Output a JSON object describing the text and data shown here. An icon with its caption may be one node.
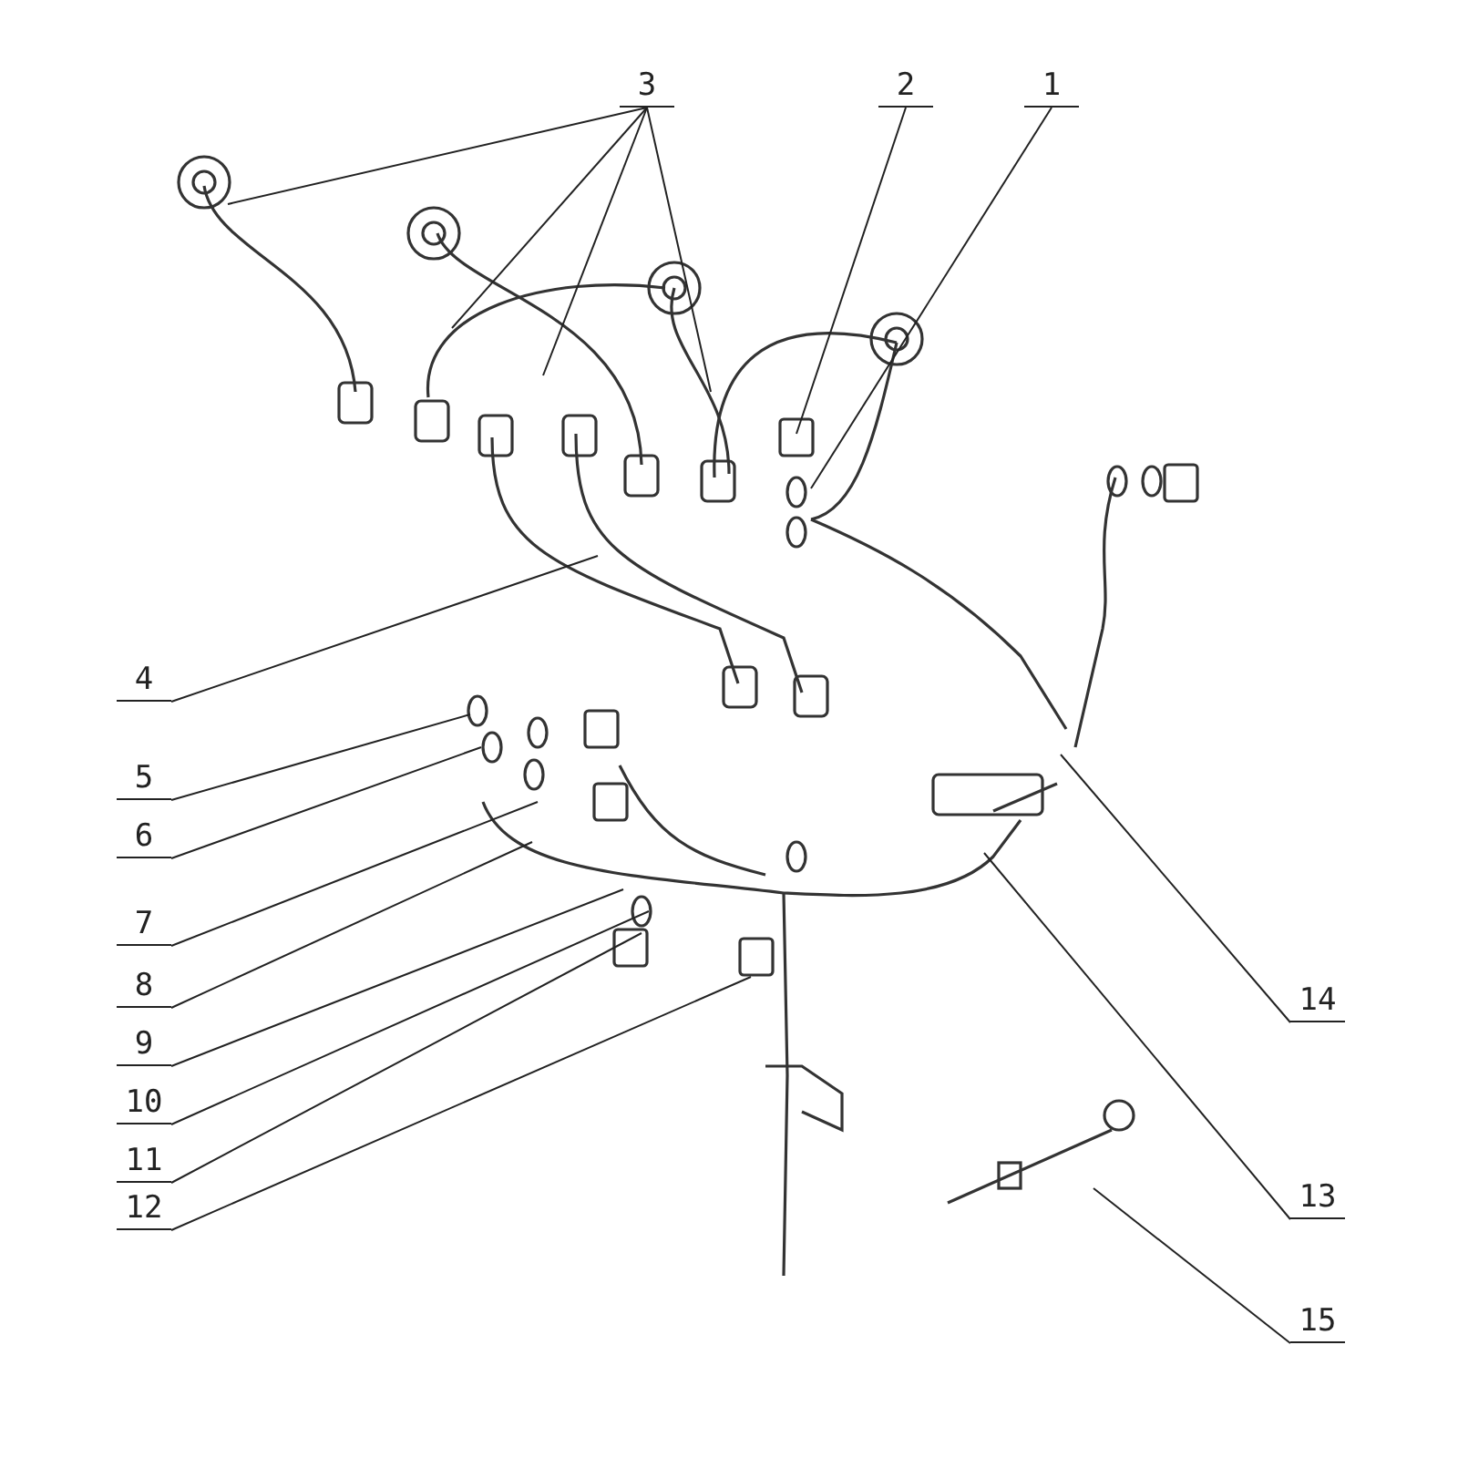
{
  "diagram": {
    "nodes": [
      {
        "text": [
          "1"
        ]
      },
      {
        "text": [
          "2"
        ]
      },
      {
        "text": [
          "3"
        ]
      },
      {
        "text": [
          "4"
        ]
      },
      {
        "text": [
          "5"
        ]
      },
      {
        "text": [
          "6"
        ]
      },
      {
        "text": [
          "7"
        ]
      },
      {
        "text": [
          "8"
        ]
      },
      {
        "text": [
          "9"
        ]
      },
      {
        "text": [
          "10"
        ]
      },
      {
        "text": [
          "11"
        ]
      },
      {
        "text": [
          "12"
        ]
      },
      {
        "text": [
          "13"
        ]
      },
      {
        "text": [
          "14"
        ]
      },
      {
        "text": [
          "15"
        ]
      }
    ],
    "edges": [
      {
        "from": 0,
        "to": null,
        "arrow": "none"
      },
      {
        "from": 1,
        "to": null,
        "arrow": "none"
      },
      {
        "from": 2,
        "to": null,
        "arrow": "none"
      },
      {
        "from": 2,
        "to": null,
        "arrow": "none"
      },
      {
        "from": 2,
        "to": null,
        "arrow": "none"
      },
      {
        "from": 2,
        "to": null,
        "arrow": "none"
      },
      {
        "from": 3,
        "to": null,
        "arrow": "none"
      },
      {
        "from": 4,
        "to": null,
        "arrow": "none"
      },
      {
        "from": 5,
        "to": null,
        "arrow": "none"
      },
      {
        "from": 6,
        "to": null,
        "arrow": "none"
      },
      {
        "from": 7,
        "to": null,
        "arrow": "none"
      },
      {
        "from": 8,
        "to": null,
        "arrow": "none"
      },
      {
        "from": 9,
        "to": null,
        "arrow": "none"
      },
      {
        "from": 10,
        "to": null,
        "arrow": "none"
      },
      {
        "from": 11,
        "to": null,
        "arrow": "none"
      },
      {
        "from": 12,
        "to": null,
        "arrow": "none"
      },
      {
        "from": 13,
        "to": null,
        "arrow": "none"
      },
      {
        "from": 14,
        "to": null,
        "arrow": "none"
      }
    ]
  }
}
